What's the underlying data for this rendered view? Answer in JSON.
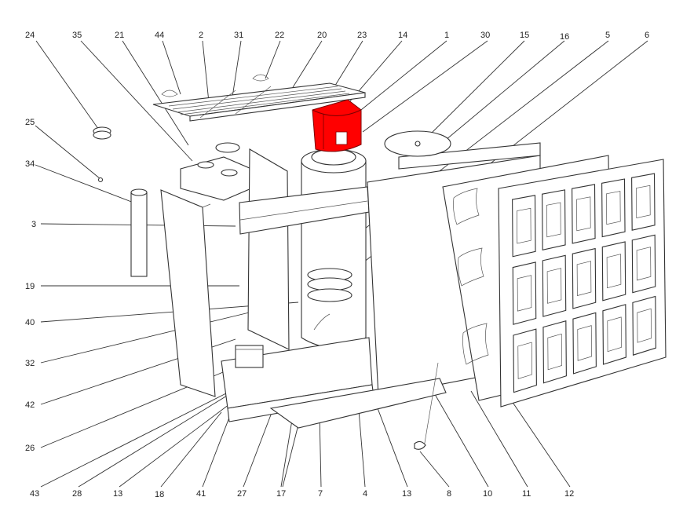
{
  "diagram": {
    "labels": [
      {
        "id": "l24",
        "text": "24"
      },
      {
        "id": "l35",
        "text": "35"
      },
      {
        "id": "l21",
        "text": "21"
      },
      {
        "id": "l44",
        "text": "44"
      },
      {
        "id": "l2",
        "text": "2"
      },
      {
        "id": "l31",
        "text": "31"
      },
      {
        "id": "l22",
        "text": "22"
      },
      {
        "id": "l20",
        "text": "20"
      },
      {
        "id": "l23",
        "text": "23"
      },
      {
        "id": "l14",
        "text": "14"
      },
      {
        "id": "l1",
        "text": "1"
      },
      {
        "id": "l30",
        "text": "30"
      },
      {
        "id": "l15",
        "text": "15"
      },
      {
        "id": "l16",
        "text": "16"
      },
      {
        "id": "l5",
        "text": "5"
      },
      {
        "id": "l6",
        "text": "6"
      },
      {
        "id": "l25",
        "text": "25"
      },
      {
        "id": "l34",
        "text": "34"
      },
      {
        "id": "l3",
        "text": "3"
      },
      {
        "id": "l19",
        "text": "19"
      },
      {
        "id": "l40",
        "text": "40"
      },
      {
        "id": "l32",
        "text": "32"
      },
      {
        "id": "l42",
        "text": "42"
      },
      {
        "id": "l26",
        "text": "26"
      },
      {
        "id": "l43",
        "text": "43"
      },
      {
        "id": "l28",
        "text": "28"
      },
      {
        "id": "l13a",
        "text": "13"
      },
      {
        "id": "l18",
        "text": "18"
      },
      {
        "id": "l41",
        "text": "41"
      },
      {
        "id": "l27",
        "text": "27"
      },
      {
        "id": "l17",
        "text": "17"
      },
      {
        "id": "l7",
        "text": "7"
      },
      {
        "id": "l4",
        "text": "4"
      },
      {
        "id": "l13b",
        "text": "13"
      },
      {
        "id": "l8",
        "text": "8"
      },
      {
        "id": "l10",
        "text": "10"
      },
      {
        "id": "l11",
        "text": "11"
      },
      {
        "id": "l12",
        "text": "12"
      }
    ],
    "highlight_color": "#ff0000"
  }
}
